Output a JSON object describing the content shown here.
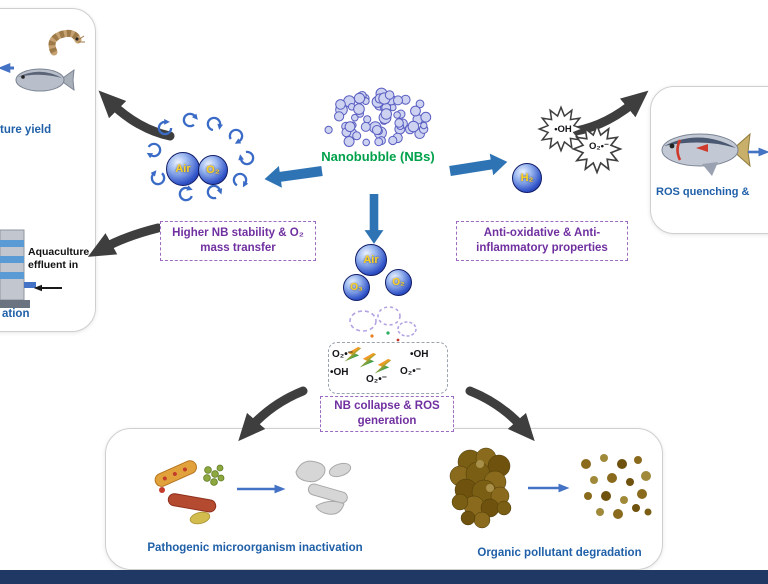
{
  "colors": {
    "title_green": "#00A14B",
    "label_purple": "#7030A0",
    "caption_blue": "#2060A8",
    "block_arrow_blue": "#2E74B5",
    "curved_arrow_gray": "#3E3E3E",
    "bubble_text_yellow": "#FFD21F",
    "footer_navy": "#1F3864",
    "cycle_blue": "#3A6BC6"
  },
  "center": {
    "title": "Nanobubble (NBs)"
  },
  "bubbles": {
    "air_left": "Air",
    "o2_left": "O₂",
    "h2_right": "H₂",
    "air_center": "Air",
    "o3_center": "O₃",
    "o2_center": "O₂"
  },
  "labels": {
    "stability_box": "Higher NB stability & O₂ mass transfer",
    "anti_oxidative_box": "Anti-oxidative & Anti-inflammatory properties",
    "collapse_box": "NB collapse & ROS generation"
  },
  "ros": {
    "starburst_oh": "•OH",
    "starburst_o2": "O₂•⁻",
    "radicals": [
      "O₂•⁻",
      "•OH",
      "O₂•⁻",
      "•OH",
      "O₂•⁻"
    ]
  },
  "left_panel": {
    "yield_caption": "ture yield",
    "effluent_caption": "Aquaculture effluent in",
    "aeration_caption": "ation"
  },
  "right_panel": {
    "caption": "ROS quenching &"
  },
  "bottom_panel": {
    "left_caption": "Pathogenic microorganism inactivation",
    "right_caption": "Organic pollutant degradation"
  },
  "icons": {
    "cycle_arrow": "circular-recycle-arrow",
    "starburst": "radical-starburst",
    "lightning": "energy-bolt"
  }
}
